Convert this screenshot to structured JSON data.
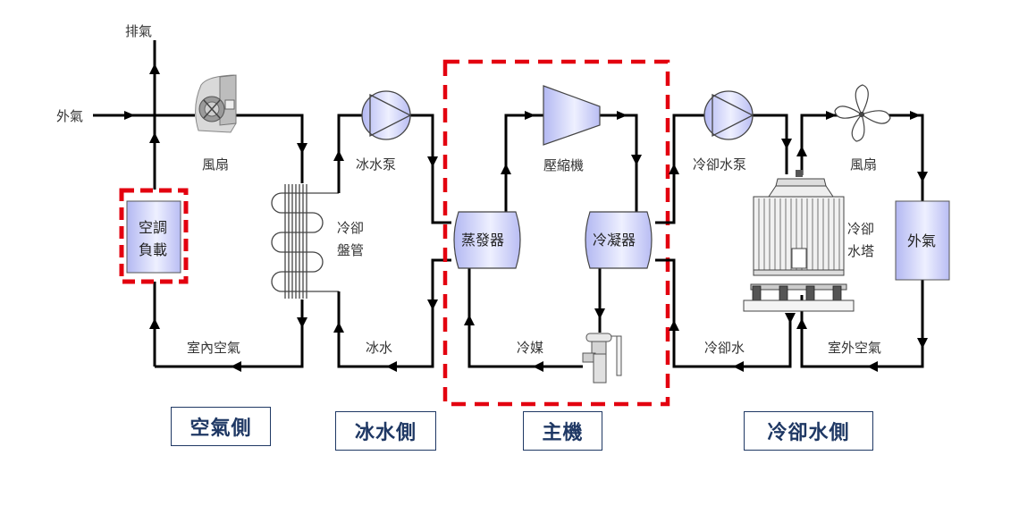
{
  "diagram": {
    "title": "Chiller HVAC system schematic",
    "colors": {
      "pipe": "#000000",
      "highlight_dashed": "#e3000f",
      "component_fill": "#c8cdf7",
      "side_label_text": "#1f3864",
      "side_label_border": "#1f3864"
    },
    "labels": {
      "exhaust_air": "排氣",
      "outdoor_air_in": "外氣",
      "ahu_fan": "風扇",
      "ac_load_line1": "空調",
      "ac_load_line2": "負載",
      "cooling_coil_line1": "冷卻",
      "cooling_coil_line2": "盤管",
      "indoor_air": "室內空氣",
      "chilled_water_pump": "冰水泵",
      "chilled_water": "冰水",
      "compressor": "壓縮機",
      "evaporator": "蒸發器",
      "condenser": "冷凝器",
      "refrigerant": "冷媒",
      "cooling_water_pump": "冷卻水泵",
      "tower_fan": "風扇",
      "cooling_tower_line1": "冷卻",
      "cooling_tower_line2": "水塔",
      "outdoor_air_box": "外氣",
      "cooling_water": "冷卻水",
      "outdoor_air": "室外空氣"
    },
    "sections": [
      {
        "id": "air-side",
        "label": "空氣側"
      },
      {
        "id": "chilled-water-side",
        "label": "冰水側"
      },
      {
        "id": "chiller",
        "label": "主機"
      },
      {
        "id": "cooling-water-side",
        "label": "冷卻水側"
      }
    ],
    "highlighted": [
      "ac-load",
      "chiller"
    ]
  }
}
